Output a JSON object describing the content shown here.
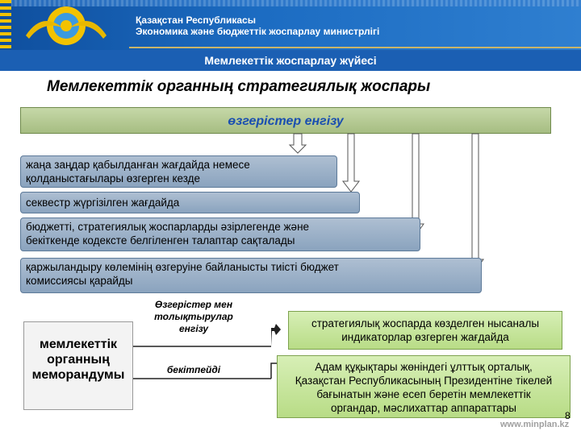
{
  "header": {
    "ministry_line1": "Қазақстан Республикасы",
    "ministry_line2": "Экономика және бюджеттік жоспарлау министрлігі",
    "system_title": "Мемлекеттік жоспарлау жүйесі"
  },
  "plan_title": "Мемлекеттік органның стратегиялық жоспары",
  "changes_banner": "өзгерістер енгізу",
  "conditions": [
    {
      "line1": "жаңа заңдар қабылданған жағдайда немесе",
      "line2": "қолданыстағылары өзгерген кезде"
    },
    {
      "line1": "секвестр жүргізілген жағдайда",
      "line2": ""
    },
    {
      "line1": "бюджетті, стратегиялық жоспарларды әзірлегенде және",
      "line2": "бекіткенде кодексте белгіленген талаптар сақталады"
    },
    {
      "line1": "қаржыландыру көлемінің өзгеруіне байланысты тиісті бюджет",
      "line2": " комиссиясы қарайды"
    }
  ],
  "memo": {
    "line1": "мемлекеттік",
    "line2": "органның",
    "line3": "меморандумы"
  },
  "label_changes": {
    "line1": "Өзгерістер мен",
    "line2": "толықтырулар",
    "line3": "енгізу"
  },
  "label_not_approved": "бекітпейді",
  "results": [
    {
      "line1": "стратегиялық жоспарда көзделген нысаналы",
      "line2": "индикаторлар өзгерген жағдайда"
    },
    {
      "line1": "Адам құқықтары жөніндегі ұлттық орталық,",
      "line2": "Қазақстан Республикасының Президентіне тікелей",
      "line3": "бағынатын және есеп беретін мемлекеттік",
      "line4": "органдар, мәслихаттар аппараттары"
    }
  ],
  "footer": {
    "url": "www.minplan.kz",
    "page": "8"
  },
  "colors": {
    "header_blue": "#1b5fb3",
    "banner_green": "#b3c890",
    "box_blue_gray": "#9fb3c9",
    "result_green": "#c8e6a0"
  }
}
